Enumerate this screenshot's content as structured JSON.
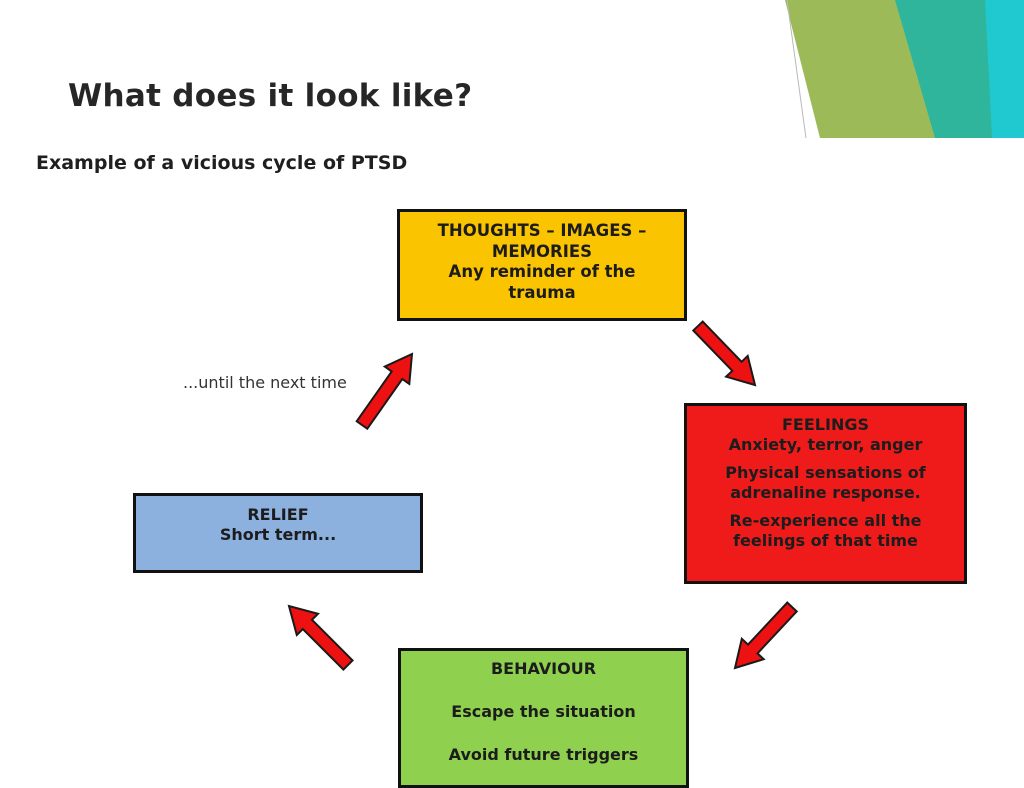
{
  "slide": {
    "title": "What does it look like?",
    "subtitle": "Example of a vicious cycle of PTSD"
  },
  "colors": {
    "thoughts": "#fbc400",
    "feelings": "#ef1b1b",
    "relief": "#8db1de",
    "behaviour": "#8fd14f",
    "arrow": "#ee1111",
    "accent_green": "#9cbb58",
    "accent_teal": "#2fb59c"
  },
  "cycle": {
    "thoughts": {
      "lines": [
        "THOUGHTS – IMAGES –",
        "MEMORIES",
        "Any reminder of the",
        "trauma"
      ]
    },
    "feelings": {
      "lines": [
        "FEELINGS",
        "Anxiety, terror, anger",
        "Physical sensations of",
        "adrenaline response.",
        "Re-experience all the",
        "feelings of that time"
      ]
    },
    "behaviour": {
      "lines": [
        "BEHAVIOUR",
        "Escape the situation",
        "Avoid future triggers"
      ]
    },
    "relief": {
      "lines": [
        "RELIEF",
        "Short term..."
      ]
    },
    "until_label": "...until the next time"
  }
}
